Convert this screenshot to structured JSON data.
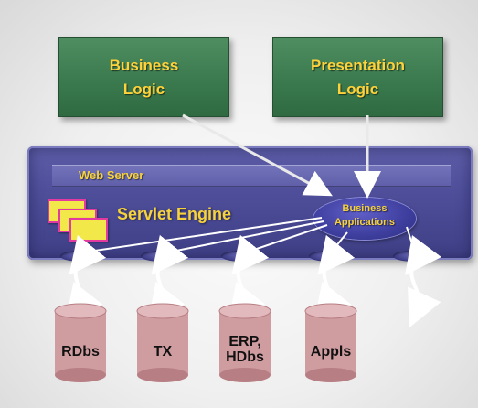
{
  "logic_boxes": {
    "business": "Business\nLogic",
    "presentation": "Presentation\nLogic"
  },
  "server": {
    "web_server_label": "Web Server",
    "servlet_engine_label": "Servlet Engine",
    "business_apps_label": "Business\nApplications"
  },
  "databases": [
    {
      "label": "RDbs"
    },
    {
      "label": "TX"
    },
    {
      "label": "ERP,\nHDbs"
    },
    {
      "label": "Appls"
    }
  ],
  "colors": {
    "logic_box": "#3b7a4e",
    "label_yellow": "#f6d23c",
    "server_panel": "#4e4e9a",
    "database": "#cf9ca0"
  }
}
